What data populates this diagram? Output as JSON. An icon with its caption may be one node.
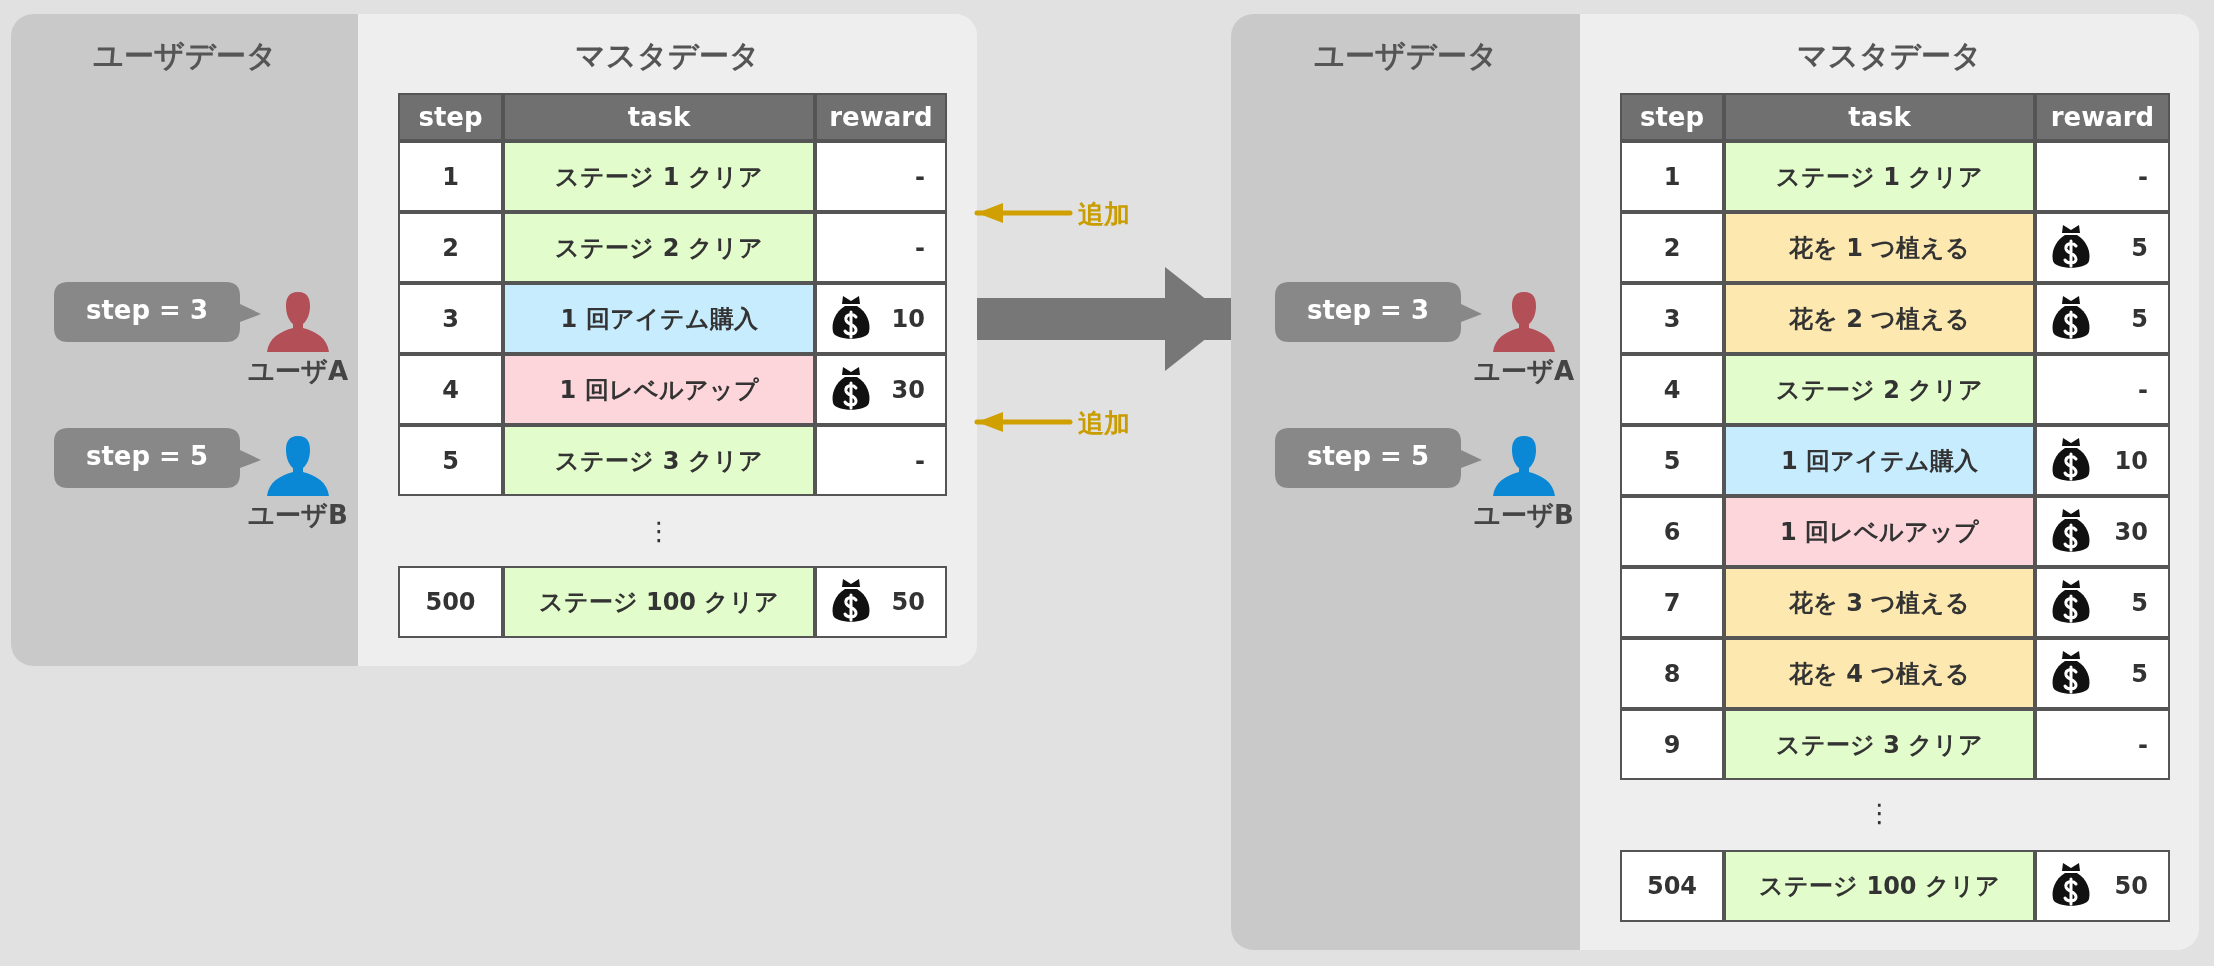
{
  "diagram": {
    "nodes": [
      {
        "text": [],
        "shape": "box"
      },
      {
        "text": [
          "ユーザデータ"
        ],
        "in": 0
      },
      {
        "text": [
          "step = 3"
        ],
        "in": 1
      },
      {
        "text": [
          "ユーザA"
        ],
        "in": 1
      },
      {
        "text": [
          "step = 5"
        ],
        "in": 1
      },
      {
        "text": [
          "ユーザB"
        ],
        "in": 1
      },
      {
        "text": [
          "マスタデータ"
        ],
        "in": 0
      },
      {
        "text": [
          "追加"
        ]
      },
      {
        "text": [
          "追加"
        ]
      },
      {
        "text": [],
        "shape": "box"
      },
      {
        "text": [
          "ユーザデータ"
        ],
        "in": 9
      },
      {
        "text": [
          "step = 3"
        ],
        "in": 10
      },
      {
        "text": [
          "ユーザA"
        ],
        "in": 10
      },
      {
        "text": [
          "step = 5"
        ],
        "in": 10
      },
      {
        "text": [
          "ユーザB"
        ],
        "in": 10
      },
      {
        "text": [
          "マスタデータ"
        ],
        "in": 9
      }
    ],
    "edges": [
      {
        "from": 7,
        "to": 6,
        "arrow": "to"
      },
      {
        "from": 8,
        "to": 6,
        "arrow": "to"
      },
      {
        "from": 0,
        "to": 9,
        "arrow": "to",
        "style": "thick",
        "color": "#777777"
      }
    ],
    "labels": [
      "step",
      "task",
      "reward",
      "1",
      "ステージ 1 クリア",
      "-",
      "2",
      "ステージ 2 クリア",
      "-",
      "3",
      "1 回アイテム購入",
      "10",
      "4",
      "1 回レベルアップ",
      "30",
      "5",
      "ステージ 3 クリア",
      "-",
      "⋮",
      "500",
      "ステージ 100 クリア",
      "50",
      "step",
      "task",
      "reward",
      "1",
      "ステージ 1 クリア",
      "-",
      "2",
      "花を 1 つ植える",
      "5",
      "3",
      "花を 2 つ植える",
      "5",
      "4",
      "ステージ 2 クリア",
      "-",
      "5",
      "1 回アイテム購入",
      "10",
      "6",
      "1 回レベルアップ",
      "30",
      "7",
      "花を 3 つ植える",
      "5",
      "8",
      "花を 4 つ植える",
      "5",
      "9",
      "ステージ 3 クリア",
      "-",
      "⋮",
      "504",
      "ステージ 100 クリア",
      "50"
    ]
  }
}
